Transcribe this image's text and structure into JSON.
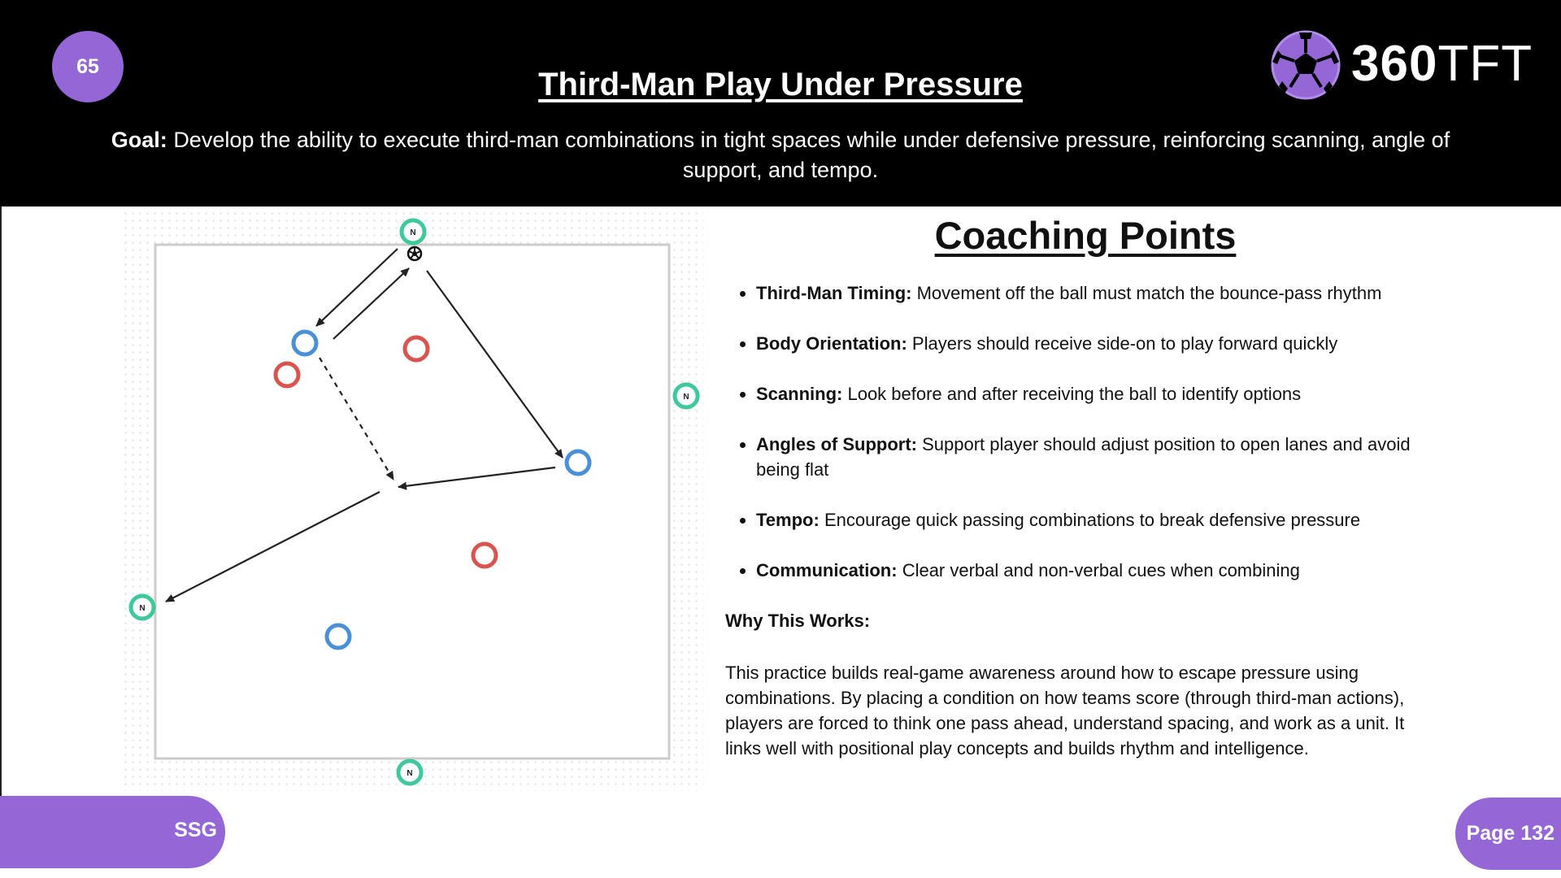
{
  "header": {
    "drill_number": "65",
    "title": "Third-Man Play Under Pressure",
    "brand": {
      "number_part": "360",
      "letters_part": "TFT",
      "accent": "#9466d6"
    },
    "goal_label": "Goal:",
    "goal_text": "Develop the ability to execute third-man combinations in tight spaces while under defensive pressure, reinforcing scanning, angle of support, and tempo."
  },
  "diagram": {
    "icons": [
      "neutral-player-icon",
      "ball-icon",
      "pass-arrow-icon"
    ],
    "neutral_label": "N",
    "colors": {
      "blue_team": "#4a90d9",
      "red_team": "#d9534f",
      "neutral": "#3fc99a",
      "pitch_line": "#cccccc",
      "arrow": "#222222"
    }
  },
  "coaching_points": {
    "title": "Coaching Points",
    "items": [
      {
        "label": "Third-Man Timing:",
        "text": "Movement off the ball must match the bounce-pass rhythm"
      },
      {
        "label": "Body Orientation:",
        "text": "Players should receive side-on to play forward quickly"
      },
      {
        "label": "Scanning:",
        "text": "Look before and after receiving the ball to identify options"
      },
      {
        "label": "Angles of Support:",
        "text": "Support player should adjust position to open lanes and avoid being flat"
      },
      {
        "label": "Tempo:",
        "text": "Encourage quick passing combinations to break defensive pressure"
      },
      {
        "label": "Communication:",
        "text": "Clear verbal and non-verbal cues when combining"
      }
    ],
    "why_title": "Why This Works:",
    "why_text": "This practice builds real-game awareness around how to escape pressure using combinations. By placing a condition on how teams score (through third-man actions), players are forced to think one pass ahead, understand spacing, and work as a unit. It links well with positional play concepts and builds rhythm and intelligence."
  },
  "footer": {
    "category": "SSG",
    "page": "Page 132"
  }
}
